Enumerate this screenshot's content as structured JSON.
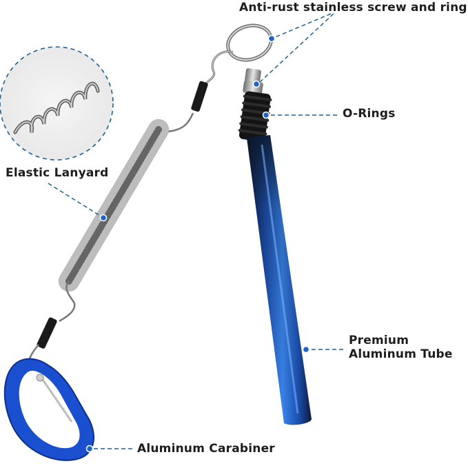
{
  "labels": {
    "screw_ring": "Anti-rust stainless screw and ring",
    "o_rings": "O-Rings",
    "elastic_lanyard": "Elastic Lanyard",
    "premium_line1": "Premium",
    "premium_line2": "Aluminum Tube",
    "carabiner": "Aluminum Carabiner"
  },
  "colors": {
    "callout_line": "#1f5f8f",
    "tube_blue": "#1f63c9",
    "carabiner_blue": "#1a4fd0",
    "label_text": "#1d1d1d"
  }
}
